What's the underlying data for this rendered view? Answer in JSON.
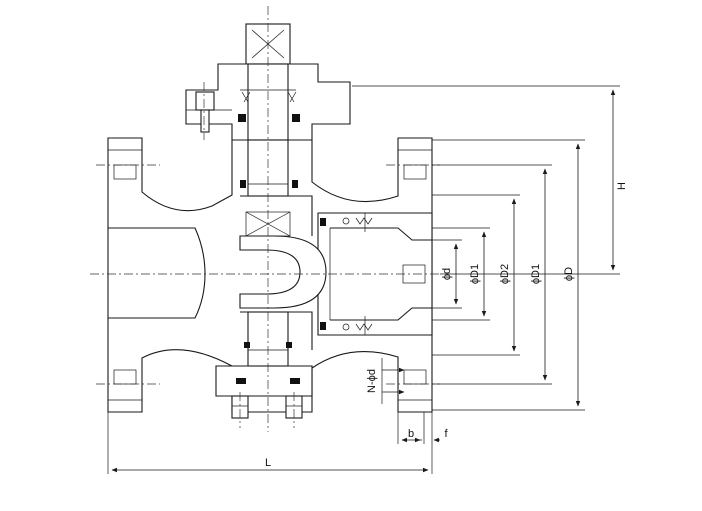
{
  "labels": {
    "h": "H",
    "d_big": "ϕD",
    "d1_outer": "ϕD1",
    "d2": "ϕD2",
    "d1_inner": "ϕD1",
    "d_small": "ϕd",
    "n_d": "N-ϕd",
    "b": "b",
    "f": "f",
    "l": "L"
  }
}
